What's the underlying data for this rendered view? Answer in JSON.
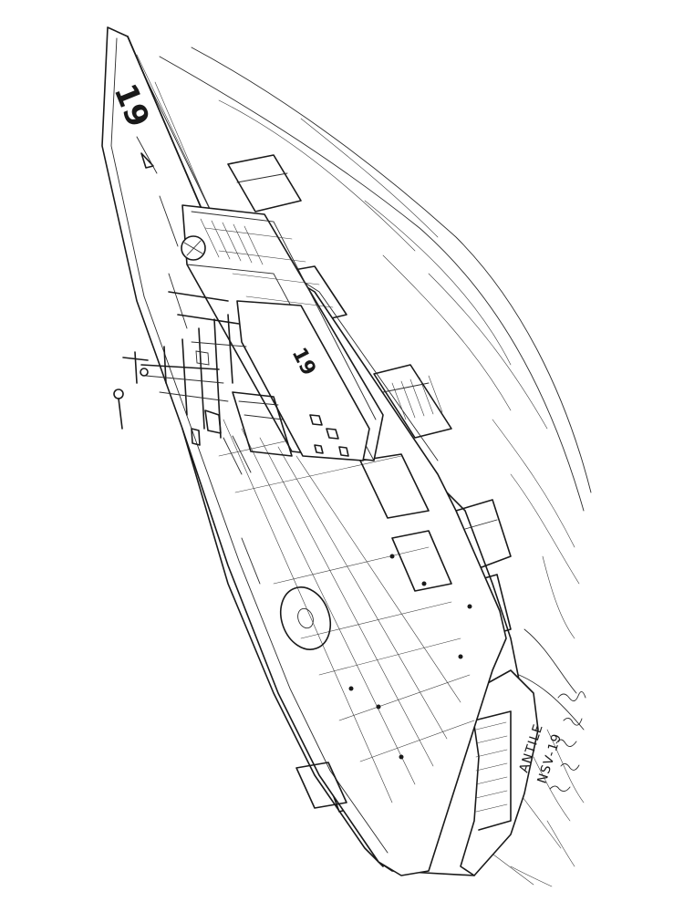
{
  "drawing": {
    "subject": "aircraft-carrier",
    "deck_number": "19",
    "island_number": "19",
    "hull_name": "ANTILE",
    "hull_code": "NSV-19",
    "ink_color": "#1a1a1a",
    "paper_color": "#ffffff"
  }
}
